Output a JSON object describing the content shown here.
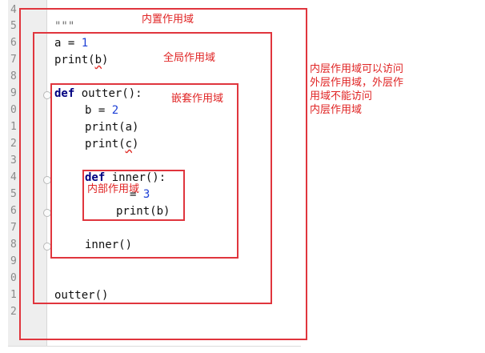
{
  "line_numbers": [
    "4",
    "5",
    "6",
    "7",
    "8",
    "9",
    "0",
    "1",
    "2",
    "3",
    "4",
    "5",
    "6",
    "7",
    "8",
    "9",
    "0",
    "1",
    "2"
  ],
  "code": {
    "docstring_close": "\"\"\"",
    "line_a": "a = ",
    "line_a_val": "1",
    "print_prefix": "print(",
    "print_b_arg": "b",
    "paren_close": ")",
    "def_kw": "def",
    "outter_sig": " outter():",
    "b_assign": "b = ",
    "b_val": "2",
    "print_a_full": "print(a)",
    "print_c_arg": "c",
    "inner_sig": " inner():",
    "c_assign_tail": "= ",
    "c_val": "3",
    "inner_print_b": "print(b)",
    "inner_call": "inner()",
    "outter_call": "outter()"
  },
  "annotations": {
    "builtin_scope": "内置作用域",
    "global_scope": "全局作用域",
    "enclosing_scope": "嵌套作用域",
    "local_scope": "内部作用域",
    "note_line1": "内层作用域可以访问",
    "note_line2": "外层作用域，外层作",
    "note_line3": "用域不能访问",
    "note_line4": "内层作用域"
  },
  "colors": {
    "annotation_red": "#e0353d",
    "keyword": "#000080",
    "number": "#1c3fd6"
  }
}
